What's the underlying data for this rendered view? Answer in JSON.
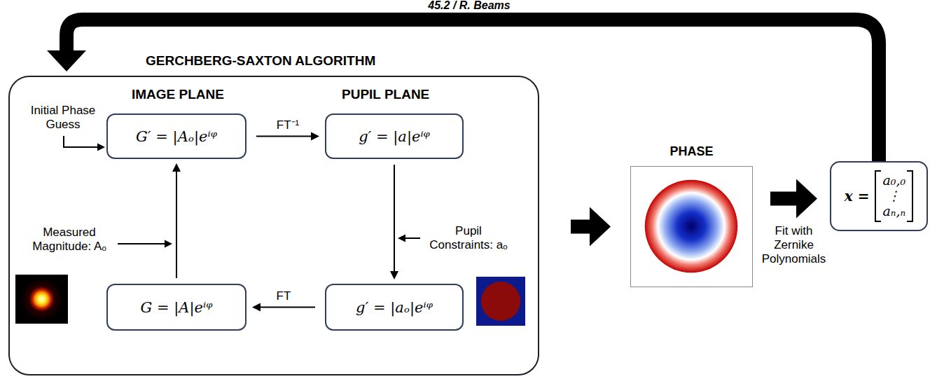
{
  "diagram": {
    "nodes": [
      {
        "text": [
          "GERCHBERG-SAXTON ALGORITHM"
        ]
      },
      {
        "text": [
          "G′ = |Aₒ|eⁱᵠ"
        ],
        "in": 0
      },
      {
        "text": [
          "g′ = |a|eⁱᵠ"
        ],
        "in": 0
      },
      {
        "text": [
          "G = |A|eⁱᵠ"
        ],
        "in": 0
      },
      {
        "text": [
          "g′ = |aₒ|eⁱᵠ"
        ],
        "in": 0
      },
      {
        "text": [
          "PHASE"
        ]
      },
      {
        "text": [
          "x =",
          "a₀,₀",
          "⋮",
          "aₙ,ₙ"
        ]
      }
    ],
    "edges": [
      {
        "from": 1,
        "to": 2,
        "arrow": "to",
        "label": "FT⁻¹"
      },
      {
        "from": 2,
        "to": 4,
        "arrow": "to"
      },
      {
        "from": 4,
        "to": 3,
        "arrow": "to",
        "label": "FT"
      },
      {
        "from": 3,
        "to": 1,
        "arrow": "to"
      },
      {
        "from": 0,
        "to": 5,
        "arrow": "to"
      },
      {
        "from": 5,
        "to": 6,
        "arrow": "to",
        "label": "Fit with Zernike Polynomials"
      },
      {
        "from": 6,
        "to": 0,
        "arrow": "to"
      }
    ],
    "labels": [
      "45.2 / R. Beams",
      "IMAGE PLANE",
      "PUPIL PLANE",
      "Initial Phase Guess",
      "Measured Magnitude: Aₒ",
      "Pupil Constraints: aₒ"
    ]
  }
}
